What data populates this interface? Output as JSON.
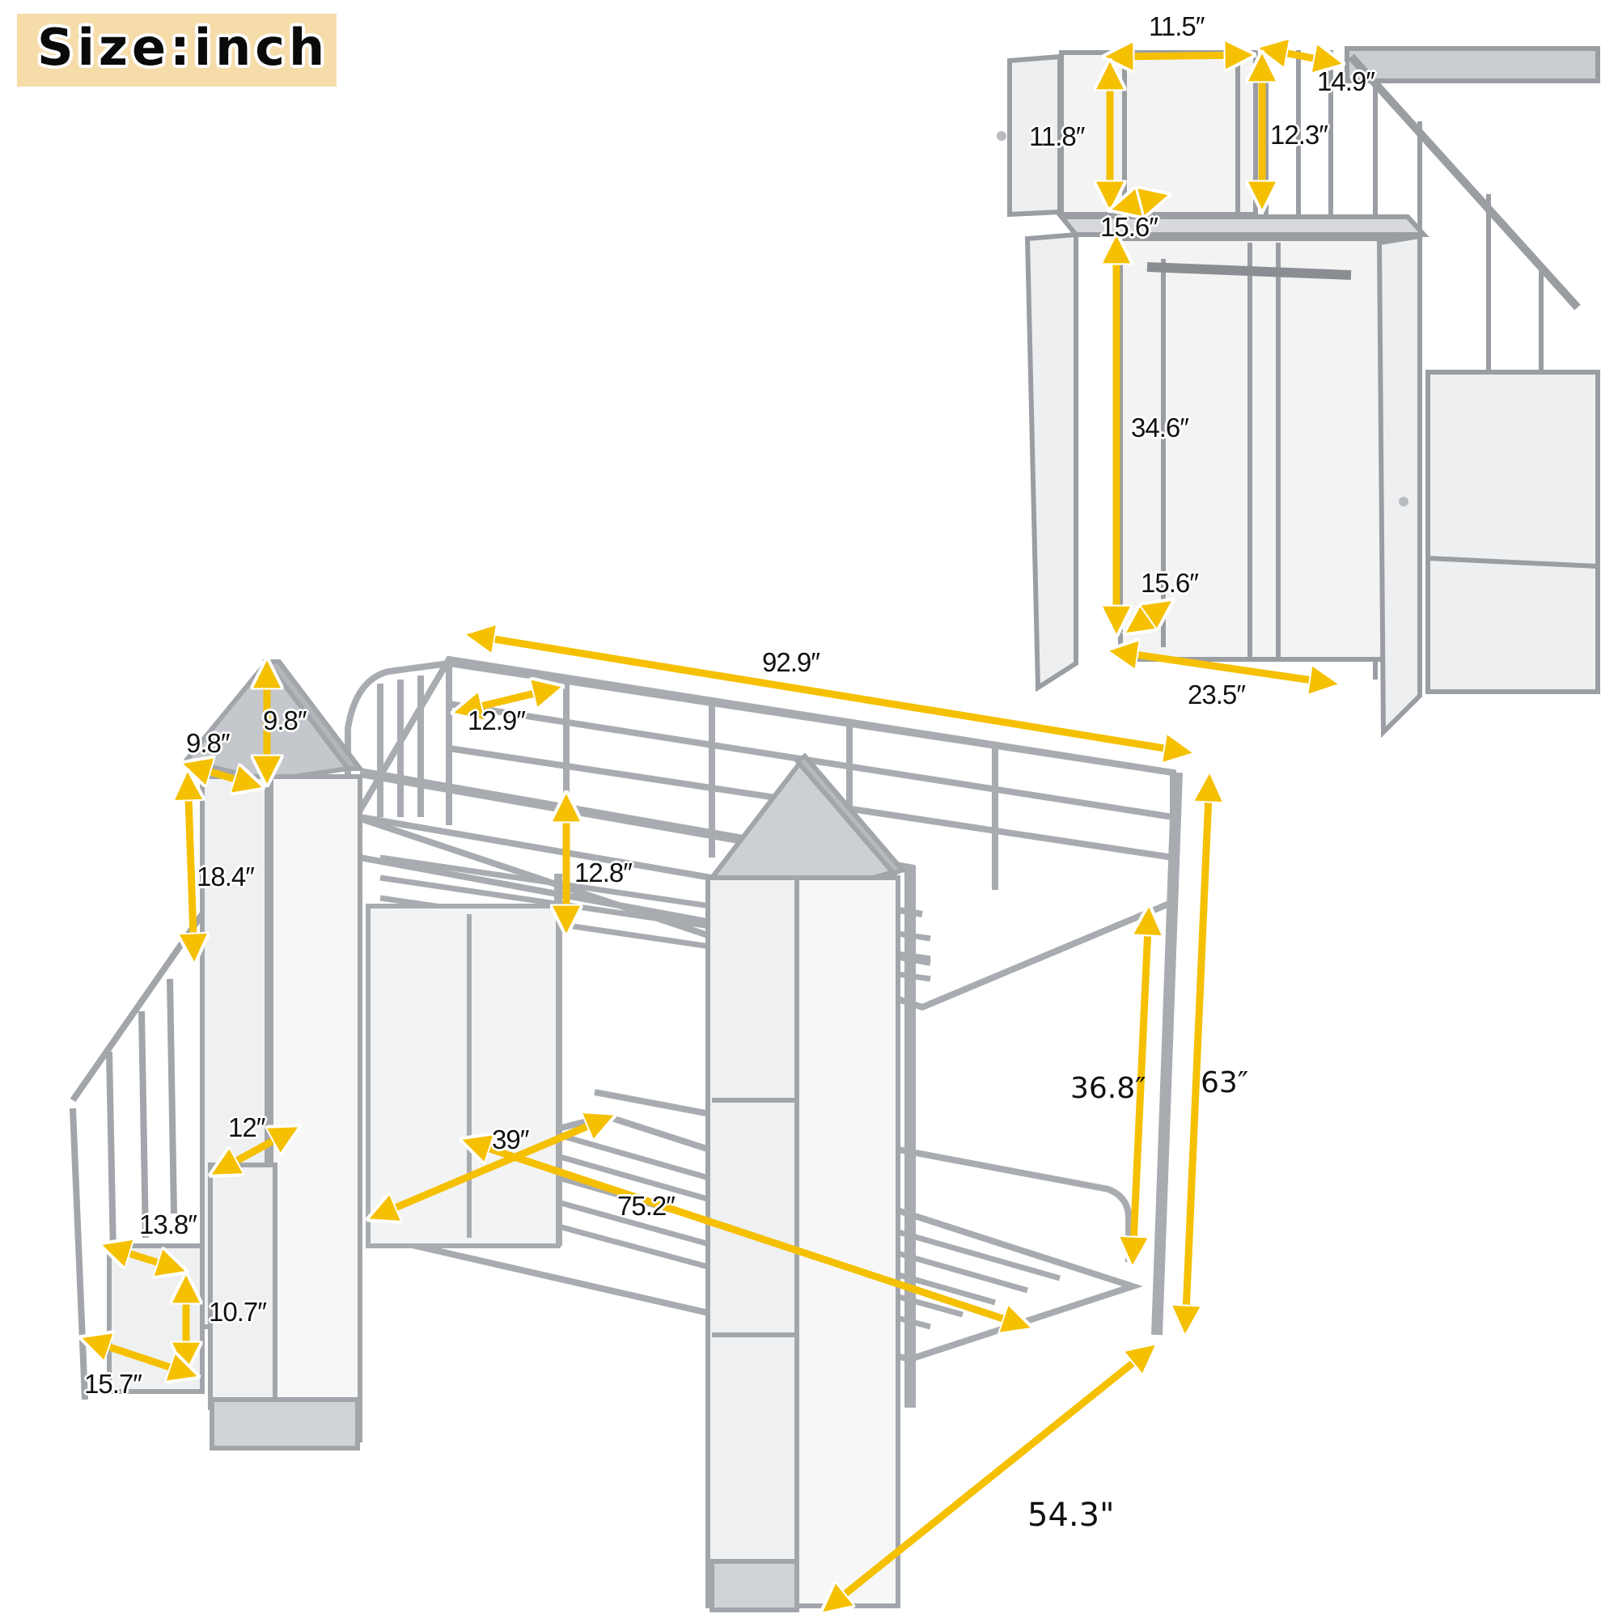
{
  "badge": {
    "label": "Size:inch",
    "background": "#f6dca9"
  },
  "colors": {
    "arrow": "#f5c000",
    "frame": "#b8bcc1",
    "frame_dark": "#8e9297",
    "panel": "#f1f2f3"
  },
  "wardrobe_view": {
    "dimensions": {
      "top_cabinet_width": "11.5″",
      "top_cabinet_side": "14.9″",
      "top_cabinet_left_height": "11.8″",
      "top_cabinet_right_height": "12.3″",
      "top_cabinet_depth": "15.6″",
      "wardrobe_height": "34.6″",
      "wardrobe_depth": "15.6″",
      "wardrobe_width": "23.5″"
    }
  },
  "bed_view": {
    "dimensions": {
      "overall_length": "92.9″",
      "guardrail_opening": "12.9″",
      "tower_roof_width": "9.8″",
      "tower_roof_height": "9.8″",
      "tower_upper_height": "18.4″",
      "guardrail_height": "12.8″",
      "step_depth": "12″",
      "step_width": "13.8″",
      "step_height": "10.7″",
      "stair_base_depth": "15.7″",
      "lower_bed_width": "39″",
      "lower_bed_length": "75.2″",
      "bed_clearance": "36.8″",
      "overall_height": "63″",
      "overall_width": "54.3\""
    }
  }
}
